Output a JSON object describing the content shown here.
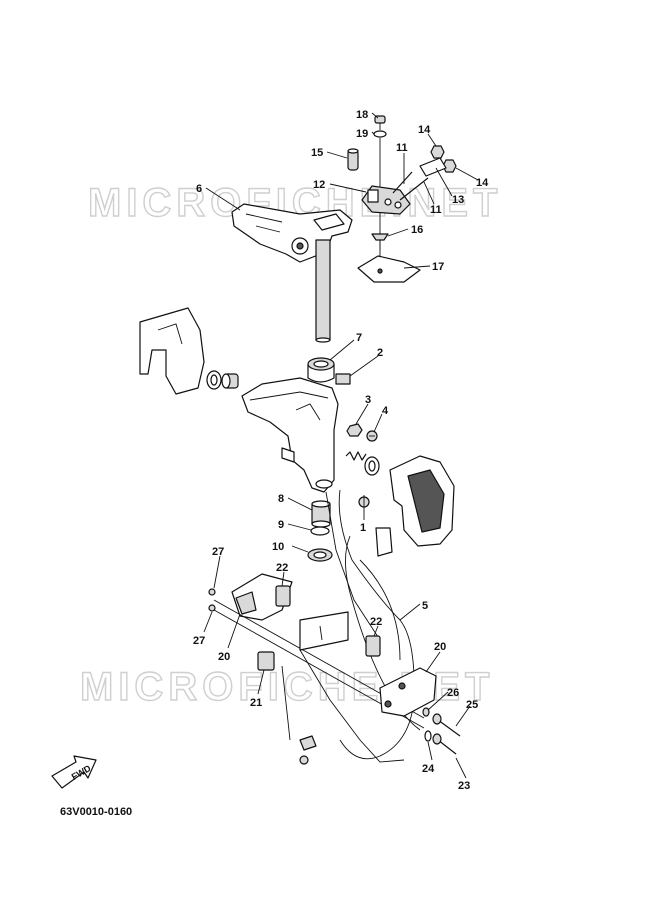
{
  "watermark": "MICROFICHE.NET",
  "reference_code": "63V0010-0160",
  "forward_label": "FWD",
  "callouts": [
    {
      "id": "c18",
      "label": "18"
    },
    {
      "id": "c19",
      "label": "19"
    },
    {
      "id": "c15",
      "label": "15"
    },
    {
      "id": "c11a",
      "label": "11"
    },
    {
      "id": "c14a",
      "label": "14"
    },
    {
      "id": "c14b",
      "label": "14"
    },
    {
      "id": "c13",
      "label": "13"
    },
    {
      "id": "c12",
      "label": "12"
    },
    {
      "id": "c11b",
      "label": "11"
    },
    {
      "id": "c6",
      "label": "6"
    },
    {
      "id": "c16",
      "label": "16"
    },
    {
      "id": "c17",
      "label": "17"
    },
    {
      "id": "c7",
      "label": "7"
    },
    {
      "id": "c2",
      "label": "2"
    },
    {
      "id": "c3",
      "label": "3"
    },
    {
      "id": "c4",
      "label": "4"
    },
    {
      "id": "c8",
      "label": "8"
    },
    {
      "id": "c1",
      "label": "1"
    },
    {
      "id": "c9",
      "label": "9"
    },
    {
      "id": "c10",
      "label": "10"
    },
    {
      "id": "c27a",
      "label": "27"
    },
    {
      "id": "c22a",
      "label": "22"
    },
    {
      "id": "c5",
      "label": "5"
    },
    {
      "id": "c27b",
      "label": "27"
    },
    {
      "id": "c22b",
      "label": "22"
    },
    {
      "id": "c20a",
      "label": "20"
    },
    {
      "id": "c20b",
      "label": "20"
    },
    {
      "id": "c21",
      "label": "21"
    },
    {
      "id": "c26",
      "label": "26"
    },
    {
      "id": "c25",
      "label": "25"
    },
    {
      "id": "c24",
      "label": "24"
    },
    {
      "id": "c23",
      "label": "23"
    }
  ]
}
